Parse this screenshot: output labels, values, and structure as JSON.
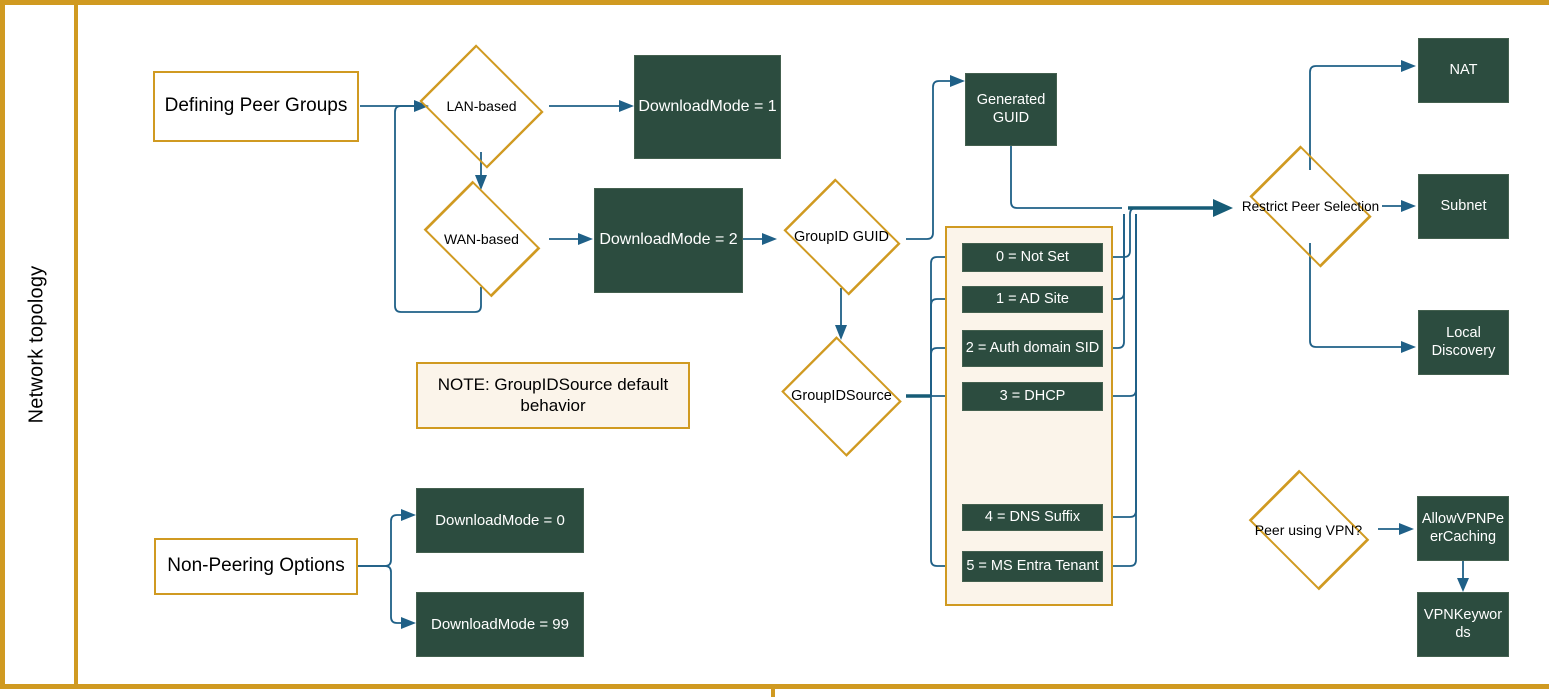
{
  "diagram": {
    "title": "Network topology",
    "lane_label": "Network topology",
    "colors": {
      "frame": "#D09A21",
      "accent_orange": "#D09A21",
      "node_green": "#2C4C3F",
      "note_bg": "#FBF4EA",
      "connector_blue": "#1F6087",
      "connector_trunk": "#165C77",
      "text_light": "#FFFFFF",
      "text_dark": "#000000"
    }
  },
  "peer_groups": {
    "entry_label": "Defining Peer Groups",
    "decisions": {
      "lan": "LAN-based",
      "wan": "WAN-based"
    },
    "outcomes": {
      "download_mode_1": "DownloadMode = 1",
      "download_mode_2": "DownloadMode = 2"
    }
  },
  "note": {
    "text": "NOTE: GroupIDSource default behavior"
  },
  "non_peering": {
    "entry_label": "Non-Peering Options",
    "outcomes": [
      "DownloadMode = 0",
      "DownloadMode = 99"
    ]
  },
  "group_id": {
    "guid_decision": "GroupID GUID",
    "generated_guid": "Generated GUID",
    "source_decision": "GroupIDSource",
    "source_options": [
      "0 = Not Set",
      "1 = AD Site",
      "2 = Auth domain SID",
      "3 = DHCP",
      "4 = DNS Suffix",
      "5 = MS Entra Tenant"
    ]
  },
  "restrict_peer": {
    "decision": "Restrict Peer Selection",
    "options": [
      "NAT",
      "Subnet",
      "Local Discovery"
    ]
  },
  "vpn": {
    "decision": "Peer using VPN?",
    "settings": [
      "AllowVPNPeerCaching",
      "VPNKeywords"
    ]
  }
}
